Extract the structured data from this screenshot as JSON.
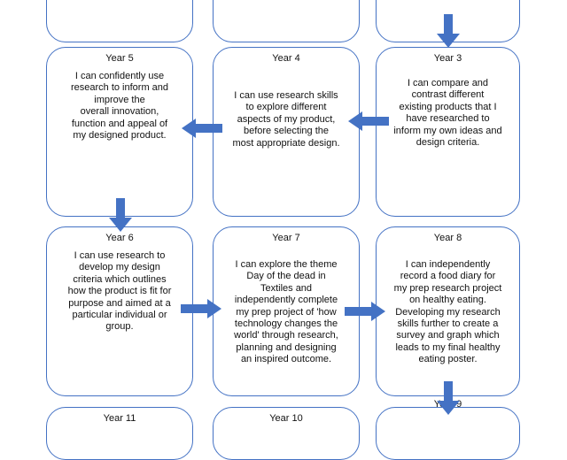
{
  "colors": {
    "border": "#4472c4",
    "arrow": "#4472c4"
  },
  "cards": {
    "year5": {
      "title": "Year 5",
      "lines": [
        "I can confidently use",
        "research to inform and",
        "improve the",
        "overall innovation,",
        "function and appeal of",
        "my designed product."
      ]
    },
    "year4": {
      "title": "Year 4",
      "lines": [
        "I can use research skills",
        "to explore different",
        "aspects of my product,",
        "before selecting the",
        "most appropriate design."
      ]
    },
    "year3": {
      "title": "Year 3",
      "lines": [
        "I can compare and",
        "contrast different",
        "existing products that I",
        "have researched to",
        "inform my own ideas and",
        "design criteria."
      ]
    },
    "year6": {
      "title": "Year 6",
      "lines": [
        "I can use research to",
        "develop my design",
        "criteria which outlines",
        "how the product is fit for",
        "purpose and aimed at a",
        "particular individual or",
        "group."
      ]
    },
    "year7": {
      "title": "Year 7",
      "lines": [
        "I can explore the theme",
        "Day of the dead in",
        "Textiles and",
        "independently complete",
        "my prep project of 'how",
        "technology changes the",
        "world' through research,",
        "planning and designing",
        "an inspired outcome."
      ]
    },
    "year8": {
      "title": "Year 8",
      "lines": [
        "I can independently",
        "record a food diary for",
        "my prep research project",
        "on healthy eating.",
        "Developing my research",
        "skills further to create a",
        "survey and graph which",
        "leads to my final healthy",
        "eating poster."
      ]
    },
    "year11": {
      "title": "Year 11"
    },
    "year10": {
      "title": "Year 10"
    },
    "year9": {
      "title": "Year 9"
    }
  }
}
